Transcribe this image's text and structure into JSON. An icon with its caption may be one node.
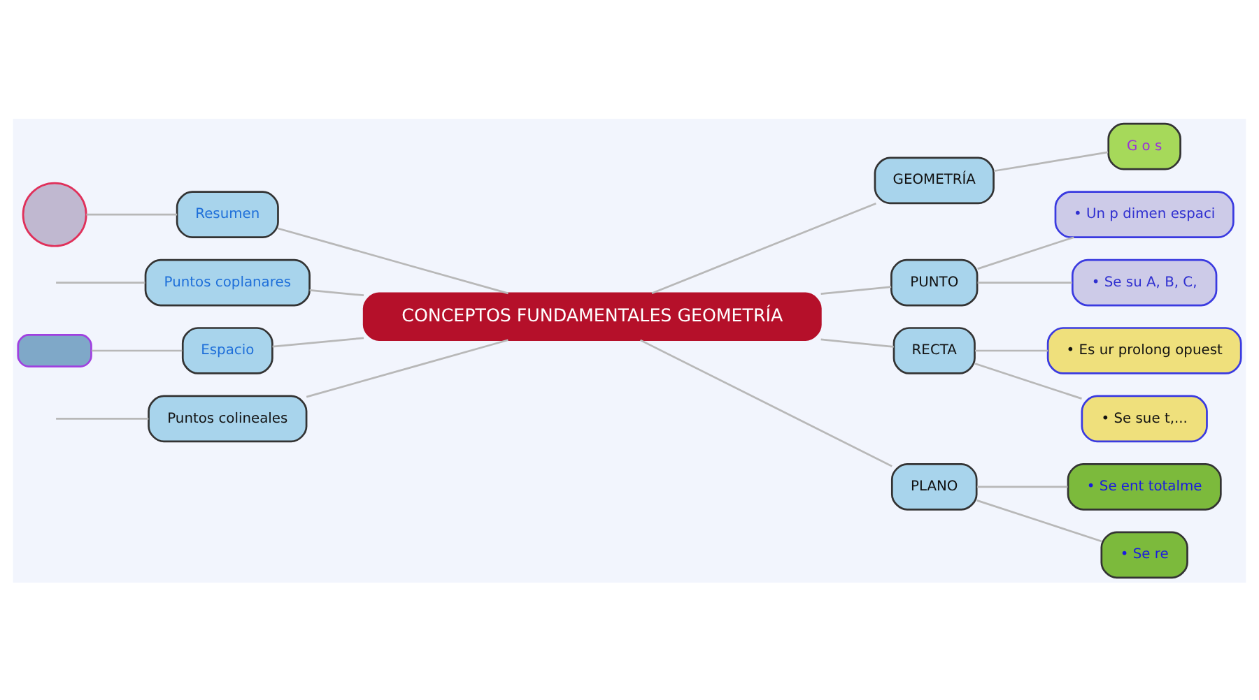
{
  "diagram": {
    "nodes": [
      {
        "text": [
          "CONCEPTOS FUNDAMENTALES GEOMETRÍA"
        ]
      },
      {
        "text": [
          "GEOMETRÍA"
        ]
      },
      {
        "text": [
          "G o s"
        ]
      },
      {
        "text": [
          "PUNTO"
        ]
      },
      {
        "text": [
          "• Un p dimen espaci"
        ]
      },
      {
        "text": [
          "• Se su A, B, C,"
        ]
      },
      {
        "text": [
          "RECTA"
        ]
      },
      {
        "text": [
          "• Es ur prolong opuest"
        ]
      },
      {
        "text": [
          "• Se sue t,..."
        ]
      },
      {
        "text": [
          "PLANO"
        ]
      },
      {
        "text": [
          "• Se ent totalme"
        ]
      },
      {
        "text": [
          "• Se re"
        ]
      },
      {
        "text": [
          "Resumen"
        ]
      },
      {
        "text": [],
        "shape": "circle"
      },
      {
        "text": [
          "Puntos coplanares"
        ]
      },
      {
        "text": [
          "Espacio"
        ]
      },
      {
        "text": [],
        "shape": "box"
      },
      {
        "text": [
          "Puntos colineales"
        ]
      }
    ],
    "edges": [
      {
        "from": 0,
        "to": 1,
        "arrow": "none"
      },
      {
        "from": 1,
        "to": 2,
        "arrow": "none"
      },
      {
        "from": 0,
        "to": 3,
        "arrow": "none"
      },
      {
        "from": 3,
        "to": 4,
        "arrow": "none"
      },
      {
        "from": 3,
        "to": 5,
        "arrow": "none"
      },
      {
        "from": 0,
        "to": 6,
        "arrow": "none"
      },
      {
        "from": 6,
        "to": 7,
        "arrow": "none"
      },
      {
        "from": 6,
        "to": 8,
        "arrow": "none"
      },
      {
        "from": 0,
        "to": 9,
        "arrow": "none"
      },
      {
        "from": 9,
        "to": 10,
        "arrow": "none"
      },
      {
        "from": 9,
        "to": 11,
        "arrow": "none"
      },
      {
        "from": 0,
        "to": 12,
        "arrow": "none"
      },
      {
        "from": 12,
        "to": 13,
        "arrow": "none"
      },
      {
        "from": 0,
        "to": 14,
        "arrow": "none"
      },
      {
        "from": 14,
        "to": null,
        "arrow": "none"
      },
      {
        "from": 0,
        "to": 15,
        "arrow": "none"
      },
      {
        "from": 15,
        "to": 16,
        "arrow": "none"
      },
      {
        "from": 0,
        "to": 17,
        "arrow": "none"
      },
      {
        "from": 17,
        "to": null,
        "arrow": "none"
      }
    ]
  }
}
